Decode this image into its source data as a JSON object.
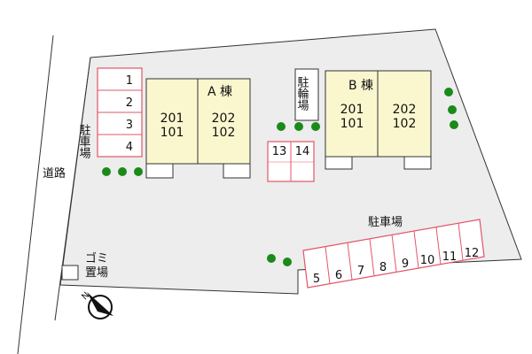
{
  "road": {
    "label": "道路"
  },
  "parking_left": {
    "label": "駐車場",
    "spaces": [
      "1",
      "2",
      "3",
      "4"
    ]
  },
  "building_a": {
    "title": "A 棟",
    "units_left": [
      "201",
      "101"
    ],
    "units_right": [
      "202",
      "102"
    ]
  },
  "bicycle_parking": {
    "label": "駐輪場"
  },
  "building_b": {
    "title": "B 棟",
    "units_left": [
      "201",
      "101"
    ],
    "units_right": [
      "202",
      "102"
    ]
  },
  "parking_center": {
    "spaces": [
      "13",
      "14"
    ]
  },
  "parking_bottom": {
    "label": "駐車場",
    "spaces": [
      "5",
      "6",
      "7",
      "8",
      "9",
      "10",
      "11",
      "12"
    ]
  },
  "garbage": {
    "label": "ゴミ置場"
  },
  "compass": {
    "icon": "north-arrow-icon"
  },
  "colors": {
    "lot_fill": "#ededed",
    "building_fill": "#faf7cf",
    "parking_stroke": "#e25567",
    "tree": "#1a8a1a"
  }
}
